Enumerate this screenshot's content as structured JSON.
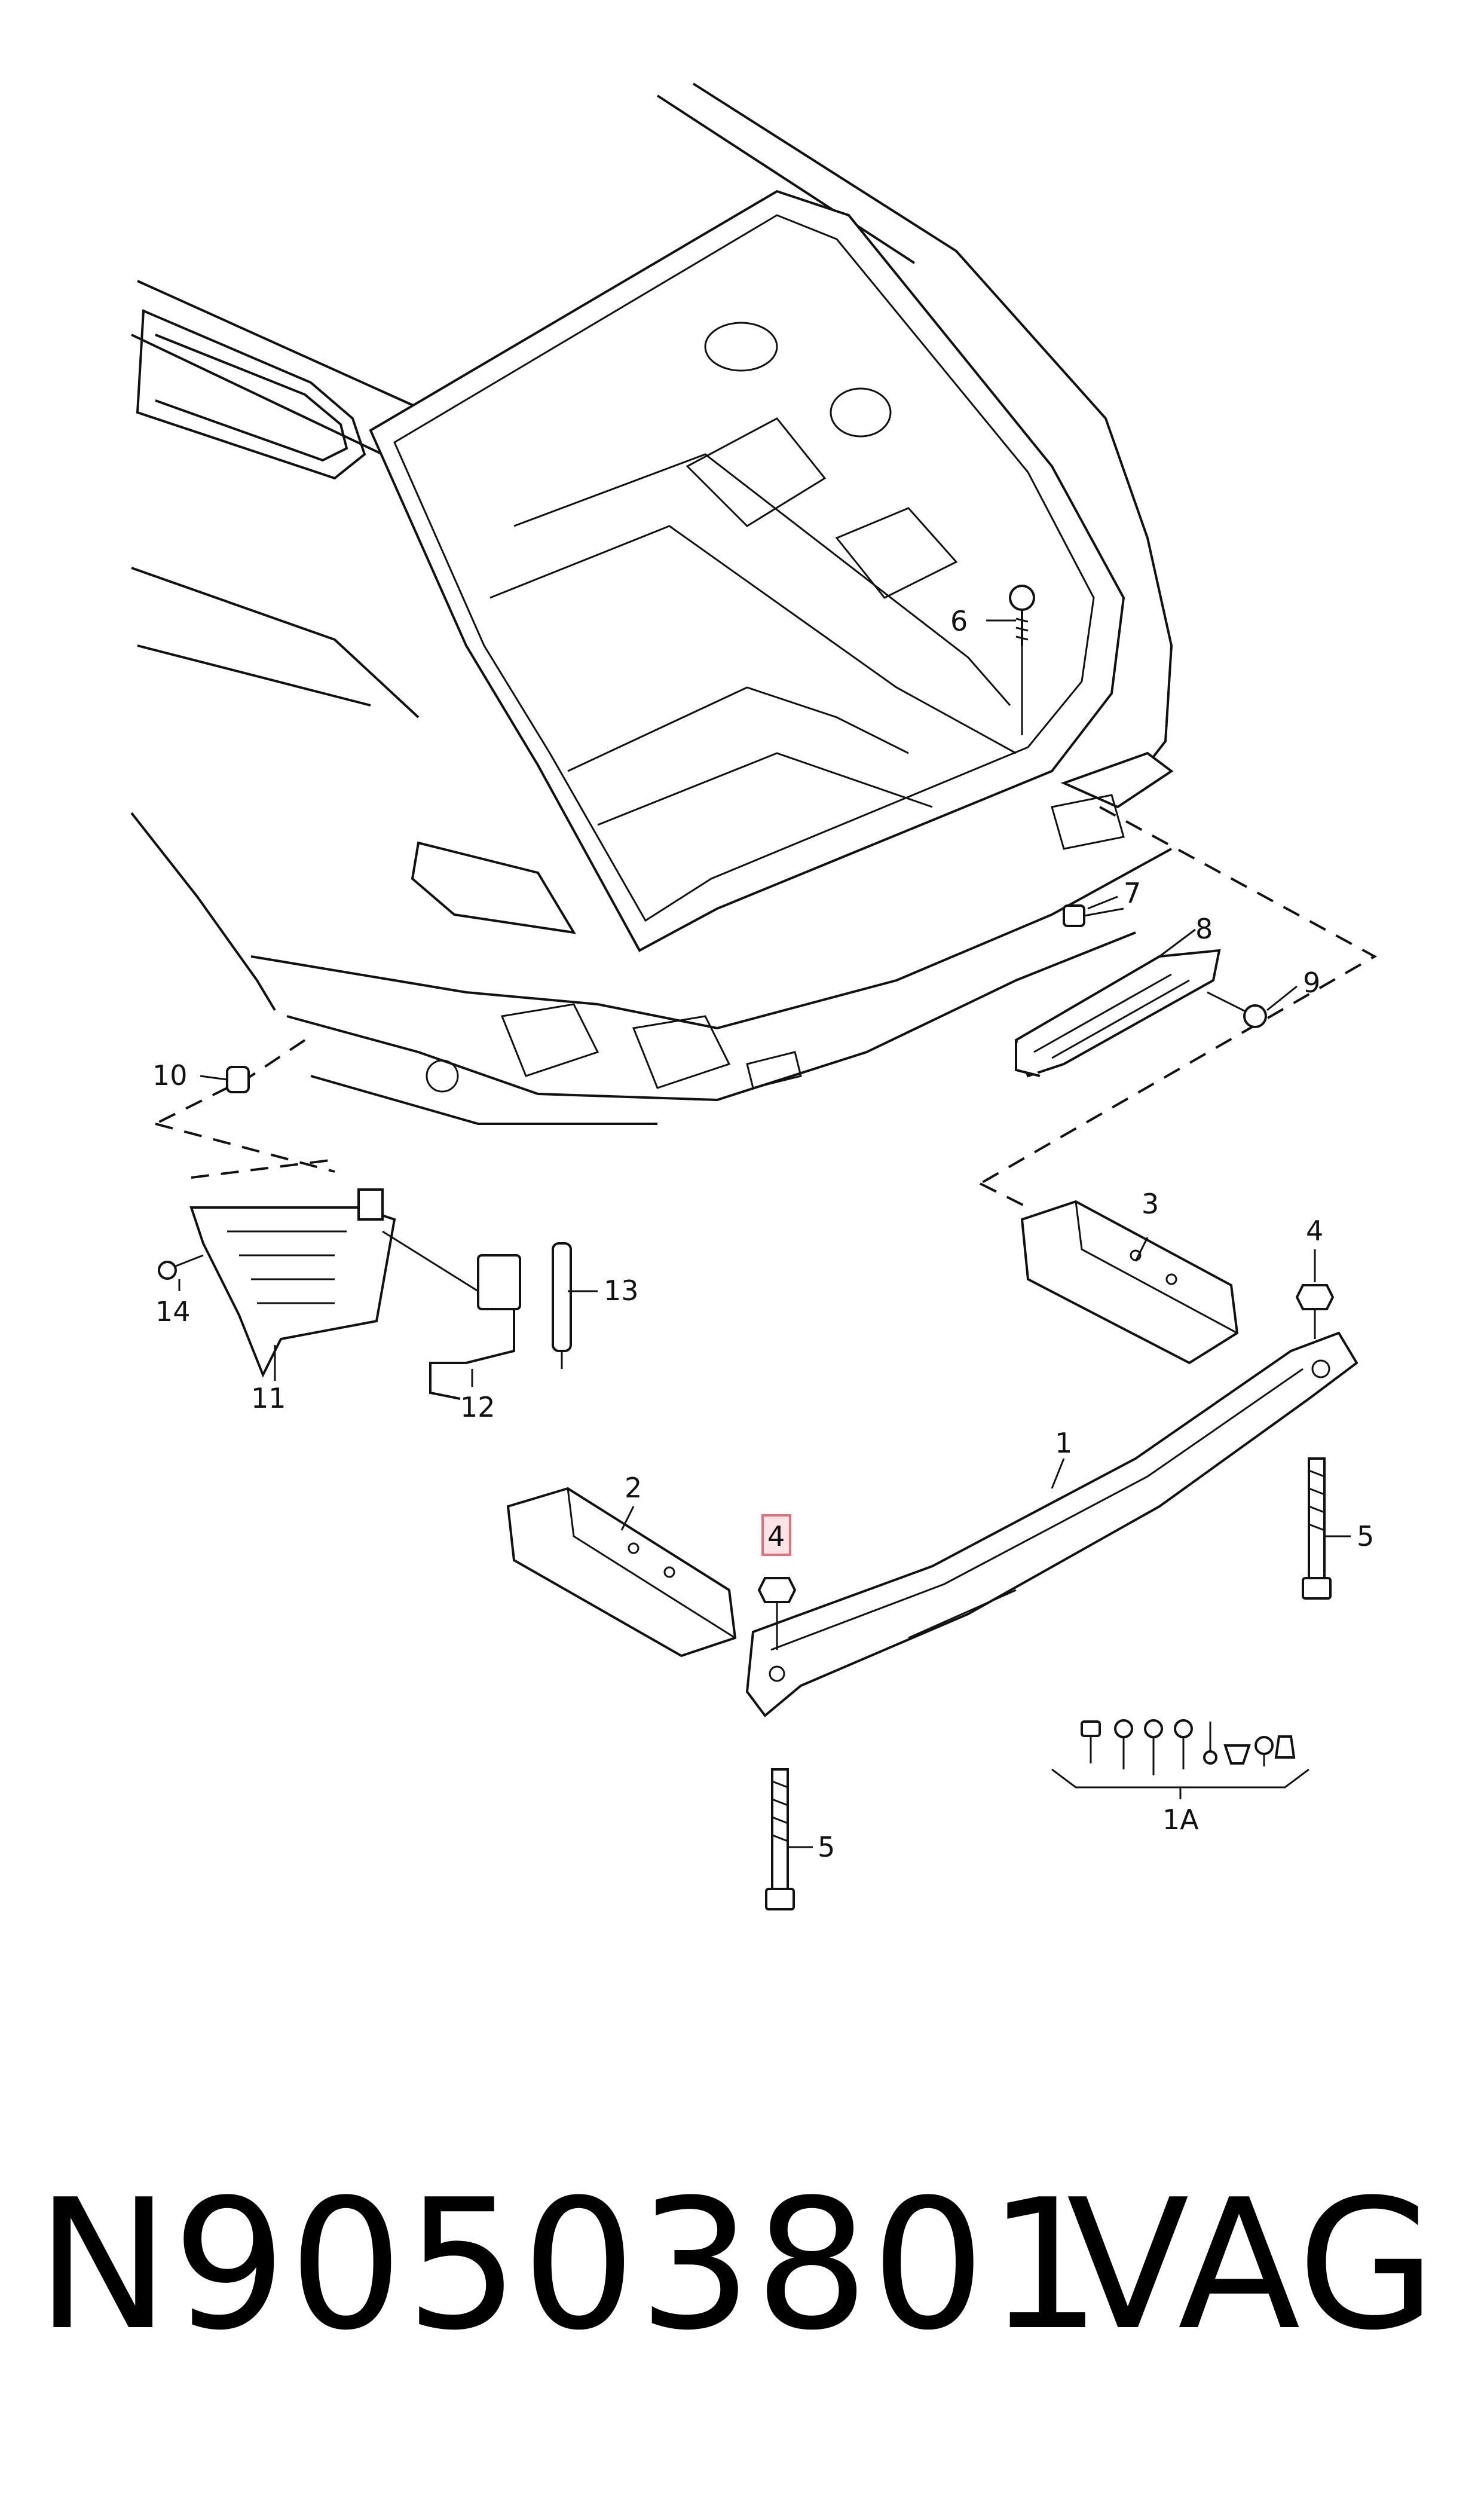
{
  "callouts": {
    "c1": "1",
    "c1a": "1A",
    "c2": "2",
    "c3": "3",
    "c4a": "4",
    "c4b": "4",
    "c5a": "5",
    "c5b": "5",
    "c6": "6",
    "c7": "7",
    "c8": "8",
    "c9": "9",
    "c10": "10",
    "c11": "11",
    "c12": "12",
    "c13": "13",
    "c14": "14"
  },
  "highlight": {
    "callout": "4",
    "color": "#fbe3e6"
  },
  "footer": {
    "part_number": "N90503801",
    "brand": "VAG"
  }
}
